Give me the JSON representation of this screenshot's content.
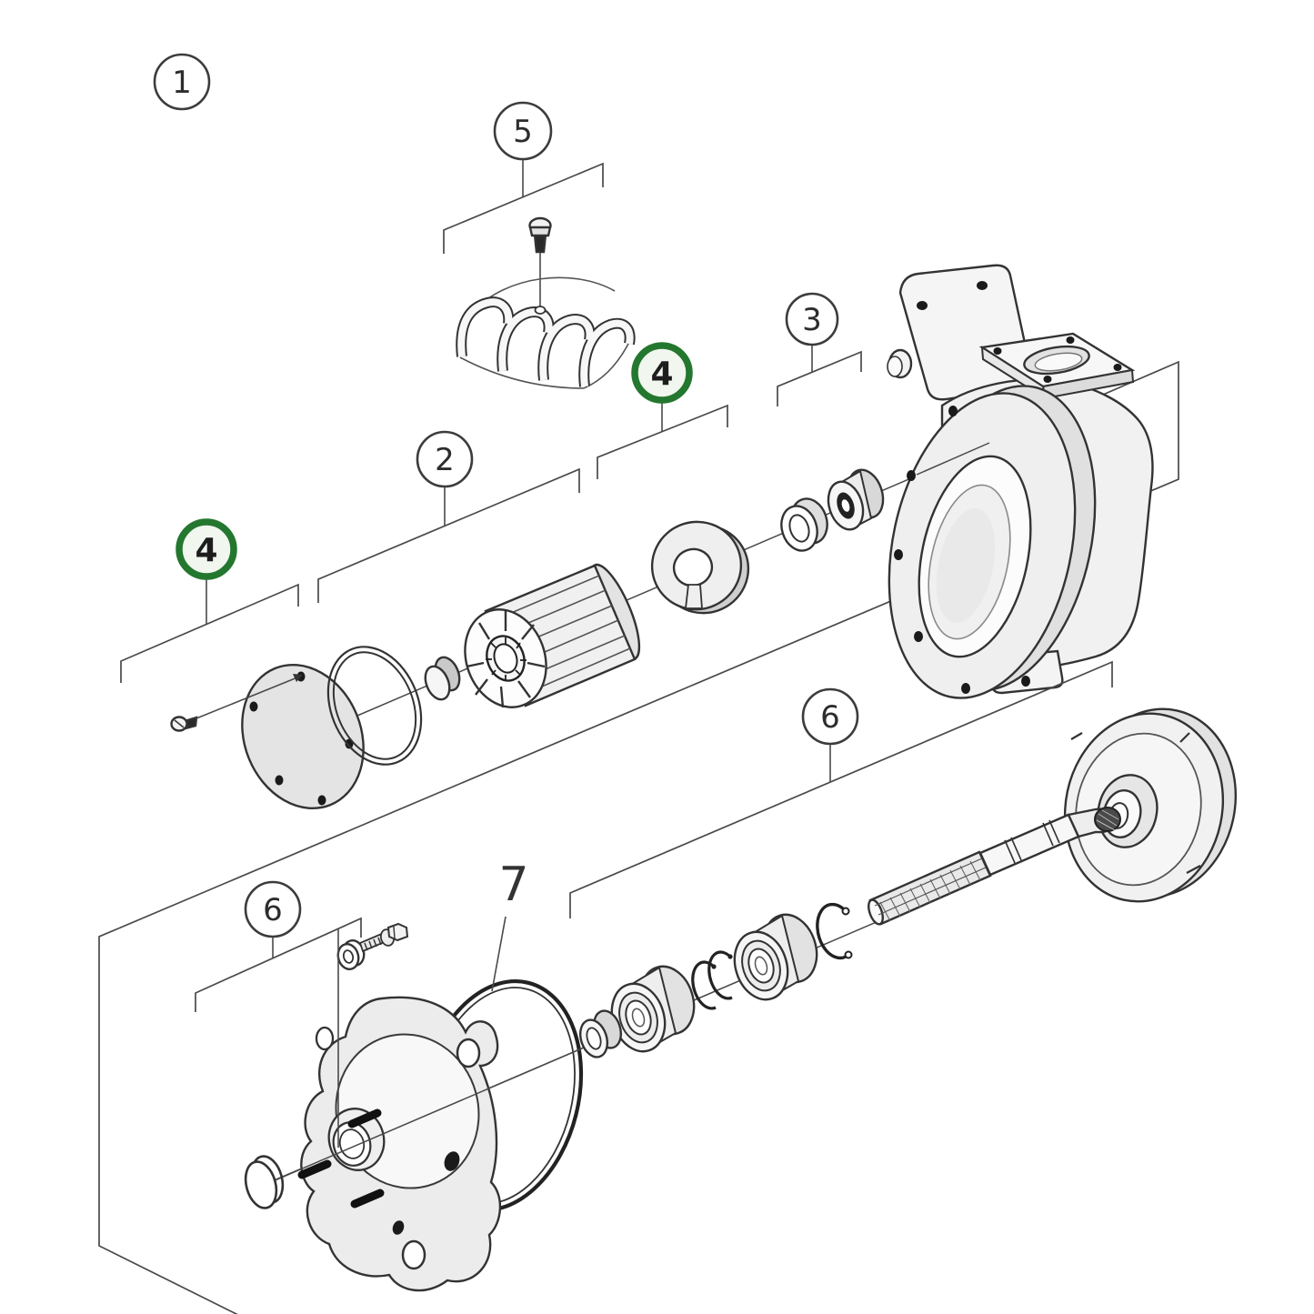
{
  "figure": {
    "type": "exploded-parts-diagram",
    "background": "#ffffff",
    "colors": {
      "line": "#4a4a4a",
      "line_strong": "#3c3c3c",
      "highlight_ring": "#24772e",
      "highlight_fill": "#f1f6ef",
      "part_fill": "#f2f2f2",
      "part_shade": "#e3e3e3"
    },
    "callouts": {
      "c1": {
        "label": "1",
        "style": "plain"
      },
      "c5": {
        "label": "5",
        "style": "plain"
      },
      "c2": {
        "label": "2",
        "style": "plain"
      },
      "c3": {
        "label": "3",
        "style": "plain"
      },
      "c4a": {
        "label": "4",
        "style": "highlighted"
      },
      "c4b": {
        "label": "4",
        "style": "highlighted"
      },
      "c6a": {
        "label": "6",
        "style": "plain"
      },
      "c6b": {
        "label": "6",
        "style": "plain"
      },
      "c7": {
        "label": "7",
        "style": "text-only"
      }
    }
  }
}
